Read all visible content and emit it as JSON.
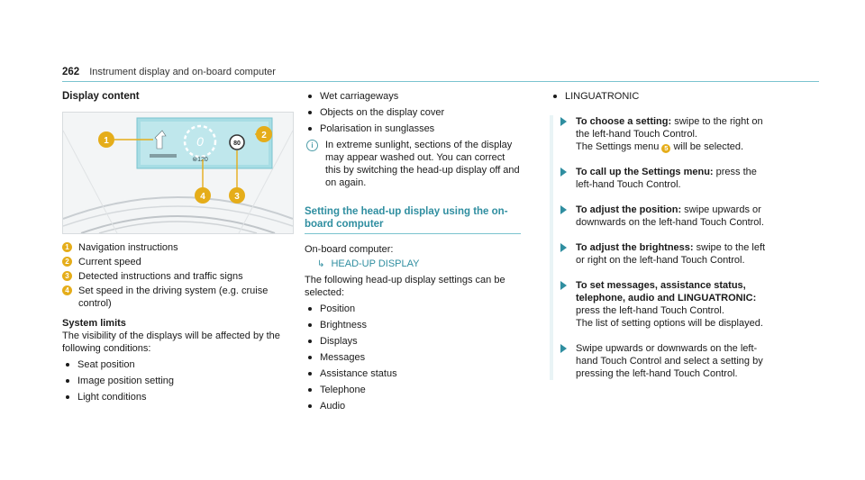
{
  "header": {
    "page_number": "262",
    "title": "Instrument display and on-board computer"
  },
  "col1": {
    "heading": "Display content",
    "figure": {
      "speed_limit": "80",
      "set_speed": "120",
      "current_speed": "0"
    },
    "legend": [
      {
        "num": "1",
        "text": "Navigation instructions"
      },
      {
        "num": "2",
        "text": "Current speed"
      },
      {
        "num": "3",
        "text": "Detected instructions and traffic signs"
      },
      {
        "num": "4",
        "text": "Set speed in the driving system (e.g. cruise control)"
      }
    ],
    "limits_heading": "System limits",
    "limits_intro": "The visibility of the displays will be affected by the following conditions:",
    "limits": [
      "Seat position",
      "Image position setting",
      "Light conditions"
    ]
  },
  "col2": {
    "conditions": [
      "Wet carriageways",
      "Objects on the display cover",
      "Polarisation in sunglasses"
    ],
    "note_icon": "i",
    "note": "In extreme sunlight, sections of the display may appear washed out. You can correct this by switching the head-up display off and on again.",
    "section_heading": "Setting the head-up display using the on-board computer",
    "path_intro": "On-board computer:",
    "path_arrow": "↳",
    "path": "HEAD-UP DISPLAY",
    "settings_intro": "The following head-up display settings can be selected:",
    "settings": [
      "Position",
      "Brightness",
      "Displays",
      "Messages",
      "Assistance status",
      "Telephone",
      "Audio"
    ]
  },
  "col3": {
    "settings_cont": [
      "LINGUATRONIC"
    ],
    "steps": [
      {
        "bold": "To choose a setting:",
        "rest": " swipe to the right on the left-hand Touch Control.",
        "extra_pre": "The Settings menu ",
        "extra_badge": "5",
        "extra_post": " will be selected."
      },
      {
        "bold": "To call up the Settings menu:",
        "rest": " press the left-hand Touch Control."
      },
      {
        "bold": "To adjust the position:",
        "rest": " swipe upwards or downwards on the left-hand Touch Control."
      },
      {
        "bold": "To adjust the brightness:",
        "rest": " swipe to the left or right on the left-hand Touch Control."
      },
      {
        "bold": "To set messages, assistance status, telephone, audio and LINGUATRONIC:",
        "rest": " press the left-hand Touch Control.",
        "extra_pre": "The list of setting options will be displayed."
      },
      {
        "bold": "",
        "rest": "Swipe upwards or downwards on the left-hand Touch Control and select a setting by pressing the left-hand Touch Control."
      }
    ]
  },
  "colors": {
    "accent": "#2f8ea0",
    "badge": "#e5ad1a",
    "rule": "#7ac3cf"
  }
}
